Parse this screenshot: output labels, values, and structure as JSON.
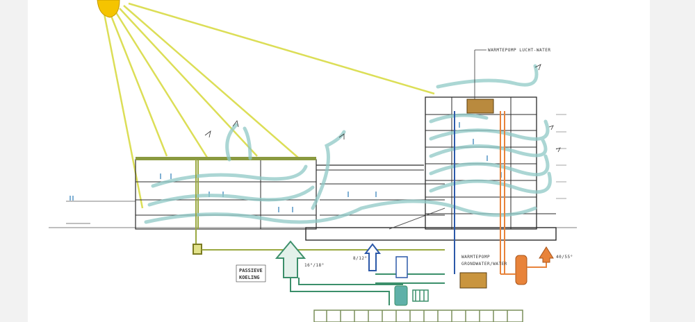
{
  "diagram": {
    "labels": {
      "heat_pump_air_water": "WARMTEPOMP LUCHT-WATER",
      "passive_cooling_line1": "PASSIEVE",
      "passive_cooling_line2": "KOELING",
      "supply_temp_left": "16°/18°",
      "supply_temp_mid": "8/12°",
      "heat_pump_ground_line1": "WARMTEPOMP",
      "heat_pump_ground_line2": "GRONDWATER/WATER",
      "supply_temp_right": "40/55°"
    },
    "colors": {
      "sun": "#f5c400",
      "sun_ray": "#d6d93a",
      "airflow": "#8fc9c6",
      "structure": "#2a2a2a",
      "blue_pipe": "#2b58a8",
      "orange_pipe": "#e8833a",
      "green_pipe": "#3b8f6a",
      "heat_pump_box": "#b98a3e",
      "ground_collector": "#7a8f5a",
      "people": "#4a8fc2"
    },
    "icons": [
      "sun-icon",
      "airflow-arrows",
      "heat-pump-unit",
      "storage-tank",
      "buffer-tank",
      "ground-loop"
    ]
  }
}
